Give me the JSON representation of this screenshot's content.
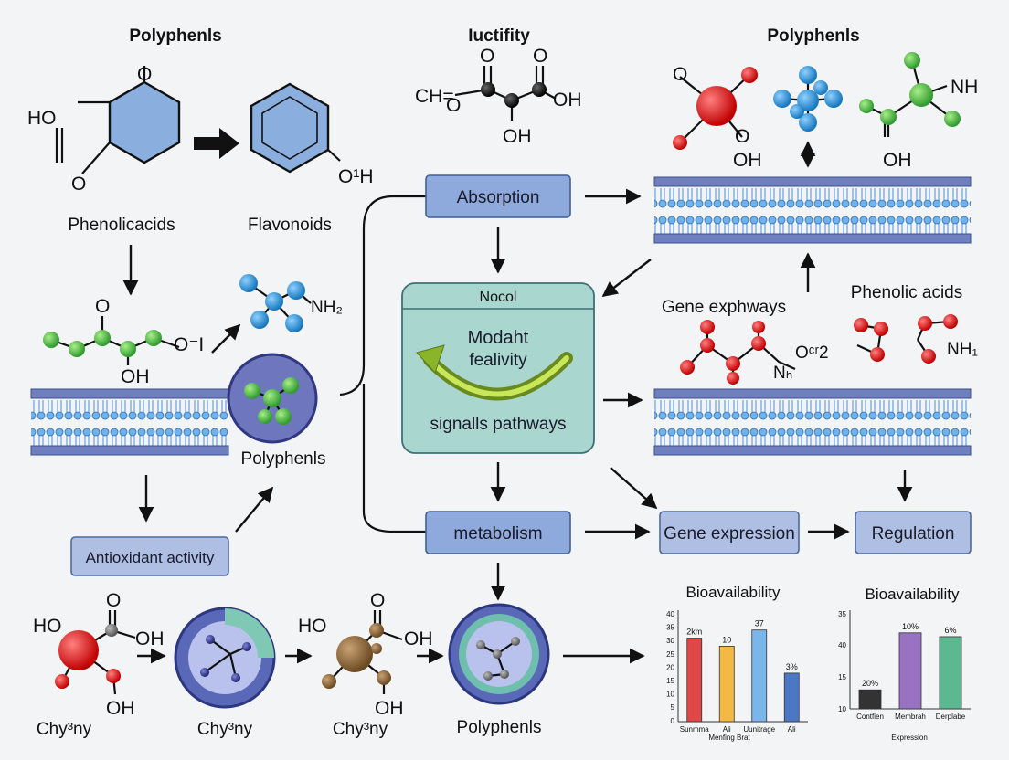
{
  "titles": {
    "left": "Polyphenls",
    "center": "Iuctifity",
    "right": "Polyphenls"
  },
  "labels": {
    "phenolic_acids": "Phenolicacids",
    "flavonoids": "Flavonoids",
    "polyphenls_mid": "Polyphenls",
    "gene_pathways": "Gene exphways",
    "phenolic_acids_right": "Phenolic acids",
    "chy1": "Chy³ny",
    "chy2": "Chy³ny",
    "chy3": "Chy³ny",
    "polyphenls_bottom": "Polyphenls"
  },
  "chem": {
    "ho": "HO",
    "o": "O",
    "oh": "OH",
    "ch_o": "CH=",
    "o1h": "O¹H",
    "nh2": "NH₂",
    "nh": "NH",
    "o_minus_i": "O⁻I",
    "ocr2": "Oᶜʳ2",
    "nh1": "NH₁",
    "nh_sub": "Nₕ"
  },
  "boxes": {
    "absorption": "Absorption",
    "nocol": "Nocol",
    "modaht": "Modaht",
    "fealivity": "fealivity",
    "signals": "signalls pathways",
    "metabolism": "metabolism",
    "gene_expression": "Gene expression",
    "regulation": "Regulation",
    "antioxidant": "Antioxidant activity"
  },
  "colors": {
    "membrane_head": "#4d8fd6",
    "membrane_band": "#6f7fc0",
    "box_blue": "#8ea9dc",
    "nocol_fill": "#a9d7cf",
    "atom_red": "#d01010",
    "atom_blue": "#1e90d6",
    "atom_green": "#3cb83c",
    "atom_black": "#111111",
    "atom_brown": "#8a6a3a"
  },
  "chart_data": [
    {
      "type": "bar",
      "title": "Bioavailability",
      "categories": [
        "Sunmma",
        "Ali",
        "Uunitrage",
        "Ali"
      ],
      "values": [
        31,
        28,
        34,
        18
      ],
      "bar_labels": [
        "2km",
        "10",
        "37",
        "3%"
      ],
      "colors": [
        "#e04848",
        "#f4b844",
        "#7ab6ec",
        "#4a78c4"
      ],
      "xlabel": "Menfing Brat",
      "ylabel": "",
      "ylim": [
        0,
        40
      ],
      "yticks": [
        "40",
        "35",
        "30",
        "25",
        "20",
        "15",
        "10",
        "5",
        "0"
      ]
    },
    {
      "type": "bar",
      "title": "Bioavailability",
      "categories": [
        "Contfien",
        "Membrah",
        "Derplabe"
      ],
      "values": [
        10,
        40,
        38
      ],
      "bar_labels": [
        "20%",
        "10%",
        "6%"
      ],
      "colors": [
        "#333333",
        "#9a72c4",
        "#5cb890"
      ],
      "xlabel": "Expression",
      "ylabel": "",
      "ylim": [
        0,
        50
      ],
      "yticks": [
        "35",
        "40",
        "15",
        "10"
      ]
    }
  ]
}
